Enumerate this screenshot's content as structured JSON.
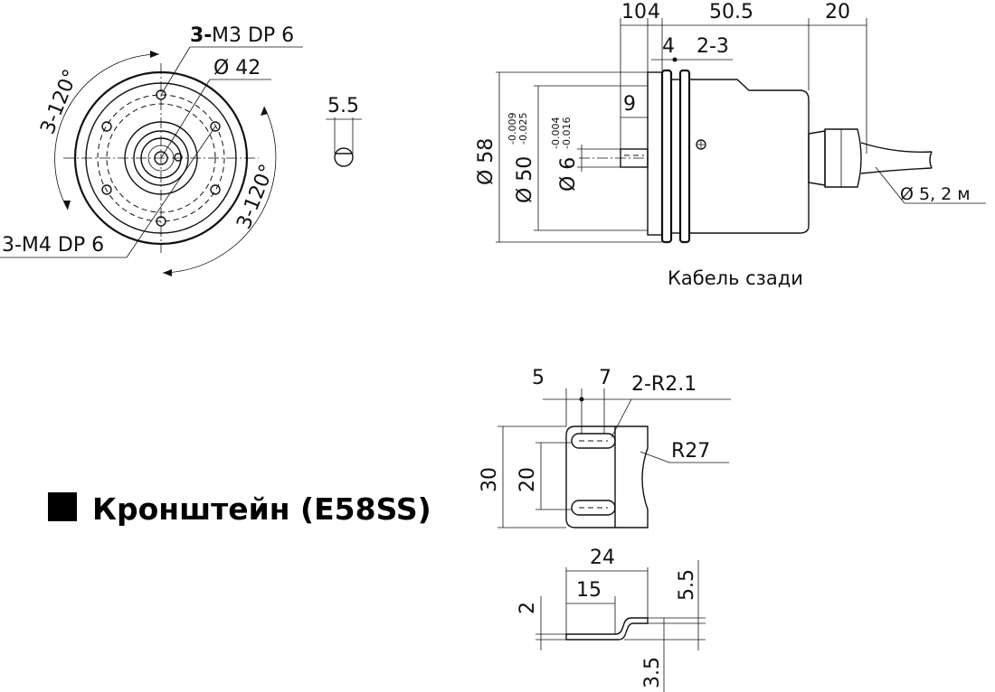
{
  "front_view": {
    "m3_holes_count": "3-",
    "m3_holes_spec": "M3 DP 6",
    "pcd_42": "Ø 42",
    "angle_top": "3-120°",
    "angle_bottom": "3-120°",
    "m4_holes": "3-M4 DP 6"
  },
  "shaft_detail": {
    "flat_width": "5.5"
  },
  "side_view": {
    "dim_10": "10",
    "dim_4_top": "4",
    "dim_50_5": "50.5",
    "dim_20": "20",
    "dim_4": "4",
    "dim_2_3": "2-3",
    "dim_9": "9",
    "dia_58": "Ø 58",
    "dia_50": "Ø 50",
    "dia_50_tol_upper": "-0.009",
    "dia_50_tol_lower": "-0.025",
    "dia_6": "Ø 6",
    "dia_6_tol_upper": "-0.004",
    "dia_6_tol_lower": "-0.016",
    "cable": "Ø 5, 2 м",
    "caption": "Кабель сзади"
  },
  "bracket": {
    "title": "Кронштейн (E58SS)",
    "dim_5": "5",
    "dim_7": "7",
    "slot_radius": "2-R2.1",
    "outer_radius": "R27",
    "dim_30": "30",
    "dim_20": "20",
    "dim_24": "24",
    "dim_15": "15",
    "dim_2": "2",
    "dim_5_5": "5.5",
    "dim_3_5": "3.5"
  }
}
